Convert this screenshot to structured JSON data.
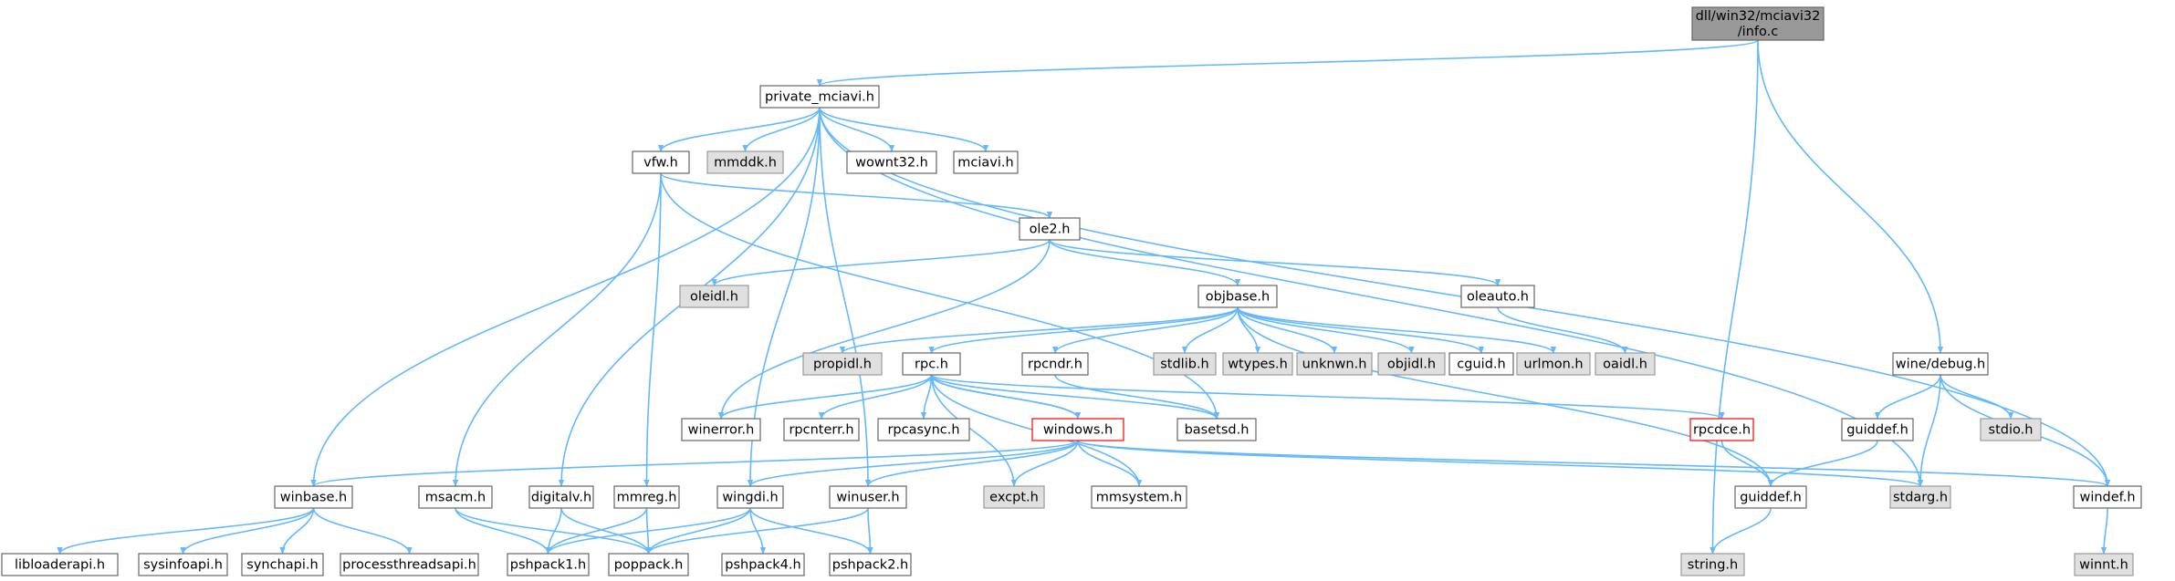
{
  "colors": {
    "edge": "#63b8ff",
    "root_fill": "#999999",
    "normal_fill": "#ffffff",
    "normal_border": "#666666",
    "external_fill": "#e0e0e0",
    "external_border": "#999999",
    "error_border": "#ff0000"
  },
  "graph": {
    "nodes": [
      {
        "id": "root",
        "lines": [
          "dll/win32/mciavi32",
          "/info.c"
        ],
        "style": "root"
      },
      {
        "id": "private_mciavi",
        "lines": [
          "private_mciavi.h"
        ],
        "style": "normal"
      },
      {
        "id": "vfw",
        "lines": [
          "vfw.h"
        ],
        "style": "normal"
      },
      {
        "id": "mmddk",
        "lines": [
          "mmddk.h"
        ],
        "style": "external"
      },
      {
        "id": "wownt32",
        "lines": [
          "wownt32.h"
        ],
        "style": "normal"
      },
      {
        "id": "mciavi",
        "lines": [
          "mciavi.h"
        ],
        "style": "normal"
      },
      {
        "id": "ole2",
        "lines": [
          "ole2.h"
        ],
        "style": "normal"
      },
      {
        "id": "oleidl",
        "lines": [
          "oleidl.h"
        ],
        "style": "external"
      },
      {
        "id": "oleauto",
        "lines": [
          "oleauto.h"
        ],
        "style": "normal"
      },
      {
        "id": "objbase",
        "lines": [
          "objbase.h"
        ],
        "style": "normal"
      },
      {
        "id": "propidl",
        "lines": [
          "propidl.h"
        ],
        "style": "external"
      },
      {
        "id": "rpc",
        "lines": [
          "rpc.h"
        ],
        "style": "normal"
      },
      {
        "id": "rpcndr",
        "lines": [
          "rpcndr.h"
        ],
        "style": "normal"
      },
      {
        "id": "stdlib",
        "lines": [
          "stdlib.h"
        ],
        "style": "external"
      },
      {
        "id": "wtypes",
        "lines": [
          "wtypes.h"
        ],
        "style": "external"
      },
      {
        "id": "unknwn",
        "lines": [
          "unknwn.h"
        ],
        "style": "external"
      },
      {
        "id": "objidl",
        "lines": [
          "objidl.h"
        ],
        "style": "external"
      },
      {
        "id": "cguid",
        "lines": [
          "cguid.h"
        ],
        "style": "normal"
      },
      {
        "id": "urlmon",
        "lines": [
          "urlmon.h"
        ],
        "style": "external"
      },
      {
        "id": "oaidl",
        "lines": [
          "oaidl.h"
        ],
        "style": "external"
      },
      {
        "id": "winedebug",
        "lines": [
          "wine/debug.h"
        ],
        "style": "normal"
      },
      {
        "id": "winerror",
        "lines": [
          "winerror.h"
        ],
        "style": "normal"
      },
      {
        "id": "rpcnterr",
        "lines": [
          "rpcnterr.h"
        ],
        "style": "normal"
      },
      {
        "id": "rpcasync",
        "lines": [
          "rpcasync.h"
        ],
        "style": "normal"
      },
      {
        "id": "windows",
        "lines": [
          "windows.h"
        ],
        "style": "error"
      },
      {
        "id": "basetsd",
        "lines": [
          "basetsd.h"
        ],
        "style": "normal"
      },
      {
        "id": "rpcdce",
        "lines": [
          "rpcdce.h"
        ],
        "style": "error"
      },
      {
        "id": "guiddef_w",
        "lines": [
          "guiddef.h"
        ],
        "style": "normal"
      },
      {
        "id": "stdio",
        "lines": [
          "stdio.h"
        ],
        "style": "external"
      },
      {
        "id": "winbase",
        "lines": [
          "winbase.h"
        ],
        "style": "normal"
      },
      {
        "id": "msacm",
        "lines": [
          "msacm.h"
        ],
        "style": "normal"
      },
      {
        "id": "digitalv",
        "lines": [
          "digitalv.h"
        ],
        "style": "normal"
      },
      {
        "id": "mmreg",
        "lines": [
          "mmreg.h"
        ],
        "style": "normal"
      },
      {
        "id": "wingdi",
        "lines": [
          "wingdi.h"
        ],
        "style": "normal"
      },
      {
        "id": "winuser",
        "lines": [
          "winuser.h"
        ],
        "style": "normal"
      },
      {
        "id": "excpt",
        "lines": [
          "excpt.h"
        ],
        "style": "external"
      },
      {
        "id": "mmsystem",
        "lines": [
          "mmsystem.h"
        ],
        "style": "normal"
      },
      {
        "id": "stdarg",
        "lines": [
          "stdarg.h"
        ],
        "style": "external"
      },
      {
        "id": "guiddef",
        "lines": [
          "guiddef.h"
        ],
        "style": "normal"
      },
      {
        "id": "windef",
        "lines": [
          "windef.h"
        ],
        "style": "normal"
      },
      {
        "id": "libloaderapi",
        "lines": [
          "libloaderapi.h"
        ],
        "style": "normal"
      },
      {
        "id": "sysinfoapi",
        "lines": [
          "sysinfoapi.h"
        ],
        "style": "normal"
      },
      {
        "id": "synchapi",
        "lines": [
          "synchapi.h"
        ],
        "style": "normal"
      },
      {
        "id": "processthreadsapi",
        "lines": [
          "processthreadsapi.h"
        ],
        "style": "normal"
      },
      {
        "id": "pshpack1",
        "lines": [
          "pshpack1.h"
        ],
        "style": "normal"
      },
      {
        "id": "poppack",
        "lines": [
          "poppack.h"
        ],
        "style": "normal"
      },
      {
        "id": "pshpack4",
        "lines": [
          "pshpack4.h"
        ],
        "style": "normal"
      },
      {
        "id": "pshpack2",
        "lines": [
          "pshpack2.h"
        ],
        "style": "normal"
      },
      {
        "id": "string",
        "lines": [
          "string.h"
        ],
        "style": "external"
      },
      {
        "id": "winnt",
        "lines": [
          "winnt.h"
        ],
        "style": "external"
      }
    ],
    "edges": [
      [
        "root",
        "private_mciavi"
      ],
      [
        "root",
        "string"
      ],
      [
        "root",
        "winedebug"
      ],
      [
        "private_mciavi",
        "vfw"
      ],
      [
        "private_mciavi",
        "mmddk"
      ],
      [
        "private_mciavi",
        "wownt32"
      ],
      [
        "private_mciavi",
        "mciavi"
      ],
      [
        "private_mciavi",
        "winbase"
      ],
      [
        "private_mciavi",
        "digitalv"
      ],
      [
        "private_mciavi",
        "wingdi"
      ],
      [
        "private_mciavi",
        "winuser"
      ],
      [
        "private_mciavi",
        "stdarg"
      ],
      [
        "private_mciavi",
        "windef"
      ],
      [
        "vfw",
        "ole2"
      ],
      [
        "vfw",
        "msacm"
      ],
      [
        "vfw",
        "mmreg"
      ],
      [
        "vfw",
        "basetsd"
      ],
      [
        "ole2",
        "oleidl"
      ],
      [
        "ole2",
        "oleauto"
      ],
      [
        "ole2",
        "objbase"
      ],
      [
        "ole2",
        "winerror"
      ],
      [
        "oleauto",
        "oaidl"
      ],
      [
        "objbase",
        "propidl"
      ],
      [
        "objbase",
        "rpc"
      ],
      [
        "objbase",
        "rpcndr"
      ],
      [
        "objbase",
        "stdlib"
      ],
      [
        "objbase",
        "wtypes"
      ],
      [
        "objbase",
        "unknwn"
      ],
      [
        "objbase",
        "objidl"
      ],
      [
        "objbase",
        "cguid"
      ],
      [
        "objbase",
        "urlmon"
      ],
      [
        "objbase",
        "guiddef"
      ],
      [
        "rpc",
        "winerror"
      ],
      [
        "rpc",
        "rpcnterr"
      ],
      [
        "rpc",
        "rpcasync"
      ],
      [
        "rpc",
        "windows"
      ],
      [
        "rpc",
        "basetsd"
      ],
      [
        "rpc",
        "rpcdce"
      ],
      [
        "rpc",
        "excpt"
      ],
      [
        "rpcndr",
        "basetsd"
      ],
      [
        "windows",
        "rpc"
      ],
      [
        "windows",
        "winbase"
      ],
      [
        "windows",
        "wingdi"
      ],
      [
        "windows",
        "winuser"
      ],
      [
        "windows",
        "excpt"
      ],
      [
        "windows",
        "mmsystem"
      ],
      [
        "windows",
        "stdarg"
      ],
      [
        "windows",
        "windef"
      ],
      [
        "rpc",
        "mmsystem"
      ],
      [
        "rpcdce",
        "guiddef"
      ],
      [
        "winedebug",
        "guiddef_w"
      ],
      [
        "winedebug",
        "stdio"
      ],
      [
        "winedebug",
        "stdarg"
      ],
      [
        "winedebug",
        "windef"
      ],
      [
        "guiddef_w",
        "guiddef"
      ],
      [
        "winbase",
        "libloaderapi"
      ],
      [
        "winbase",
        "sysinfoapi"
      ],
      [
        "winbase",
        "synchapi"
      ],
      [
        "winbase",
        "processthreadsapi"
      ],
      [
        "msacm",
        "poppack"
      ],
      [
        "msacm",
        "pshpack1"
      ],
      [
        "digitalv",
        "pshpack1"
      ],
      [
        "digitalv",
        "poppack"
      ],
      [
        "mmreg",
        "pshpack1"
      ],
      [
        "mmreg",
        "poppack"
      ],
      [
        "wingdi",
        "pshpack1"
      ],
      [
        "wingdi",
        "poppack"
      ],
      [
        "wingdi",
        "pshpack4"
      ],
      [
        "wingdi",
        "pshpack2"
      ],
      [
        "winuser",
        "poppack"
      ],
      [
        "winuser",
        "pshpack2"
      ],
      [
        "guiddef",
        "string"
      ],
      [
        "windef",
        "winnt"
      ]
    ]
  }
}
